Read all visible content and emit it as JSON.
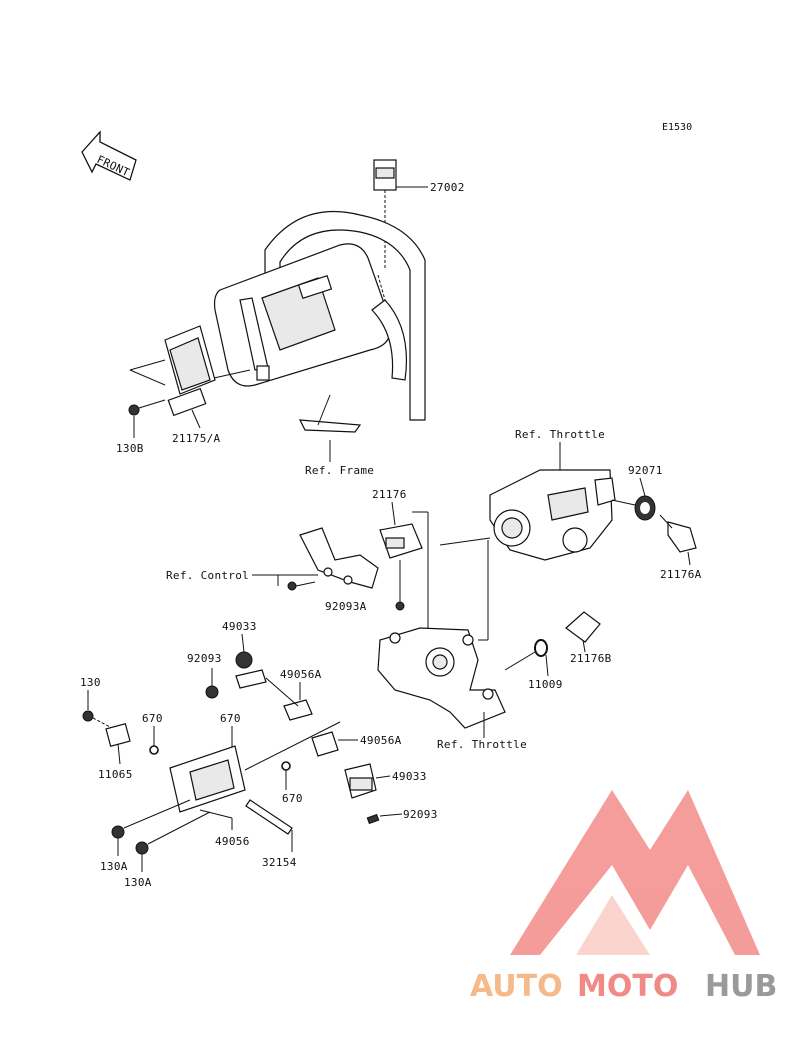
{
  "diagram_code": "E1530",
  "front_label": "FRONT",
  "parts": {
    "p27002": "27002",
    "p21175A": "21175/A",
    "p130B": "130B",
    "p21176": "21176",
    "p92093A": "92093A",
    "p92071": "92071",
    "p21176A": "21176A",
    "p21176B": "21176B",
    "p11009": "11009",
    "p49033a": "49033",
    "p92093a": "92093",
    "p49056A_a": "49056A",
    "p130": "130",
    "p670a": "670",
    "p670b": "670",
    "p11065": "11065",
    "p49056A_b": "49056A",
    "p49033b": "49033",
    "p670c": "670",
    "p92093b": "92093",
    "p49056": "49056",
    "p130A_a": "130A",
    "p130A_b": "130A",
    "p32154": "32154"
  },
  "refs": {
    "frame": "Ref. Frame",
    "throttle_top": "Ref. Throttle",
    "control": "Ref. Control",
    "throttle_bottom": "Ref. Throttle"
  },
  "watermark": {
    "part1": "AUTO",
    "part2": "MOTO",
    "part3": "HUB",
    "color1": "#f5b98a",
    "color2": "#f08a86",
    "color3": "#9a9a9a",
    "logo_color": "#f3928f"
  }
}
